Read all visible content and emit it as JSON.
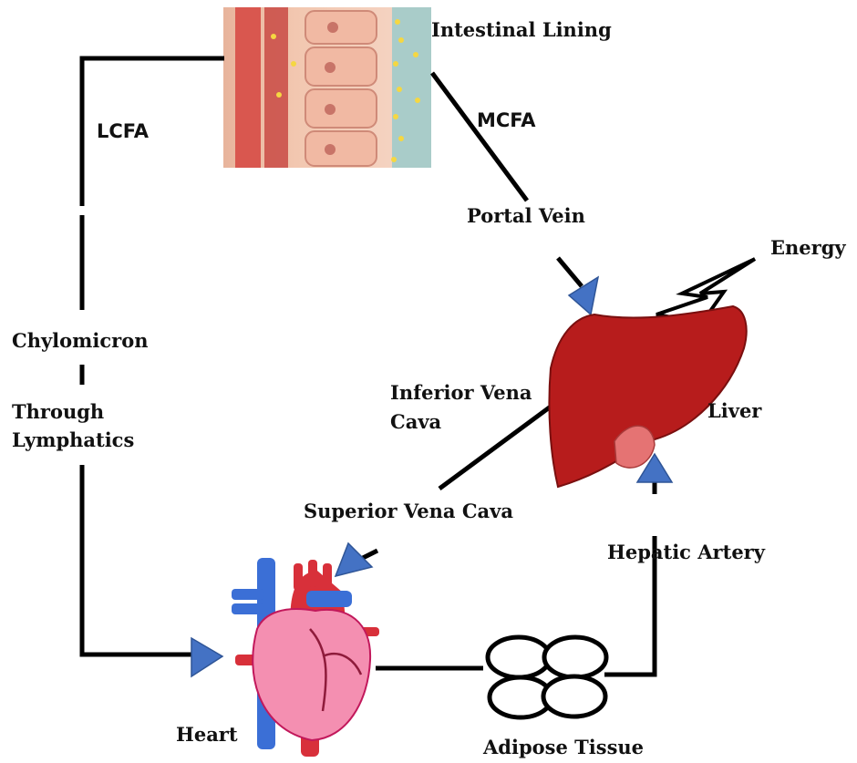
{
  "labels": {
    "intestinal_lining": "Intestinal Lining",
    "lcfa": "LCFA",
    "mcfa": "MCFA",
    "portal_vein": "Portal Vein",
    "energy": "Energy",
    "chylomicron": "Chylomicron",
    "through_lymphatics_1": "Through",
    "through_lymphatics_2": "Lymphatics",
    "inferior_vena_cava_1": "Inferior Vena",
    "inferior_vena_cava_2": "Cava",
    "liver": "Liver",
    "superior_vena_cava": "Superior Vena Cava",
    "hepatic_artery": "Hepatic Artery",
    "heart": "Heart",
    "adipose_tissue": "Adipose Tissue"
  },
  "colors": {
    "arrow": "#4472c4",
    "liver": "#b71c1c",
    "gallbladder": "#e57373",
    "heart": "#f48fb1",
    "vessel_blue": "#3b6fd6",
    "vessel_red": "#d8303a"
  },
  "icons": [
    "intestinal-lining-image",
    "liver-icon",
    "heart-icon",
    "adipose-cells-icon",
    "lightning-bolt-icon"
  ]
}
